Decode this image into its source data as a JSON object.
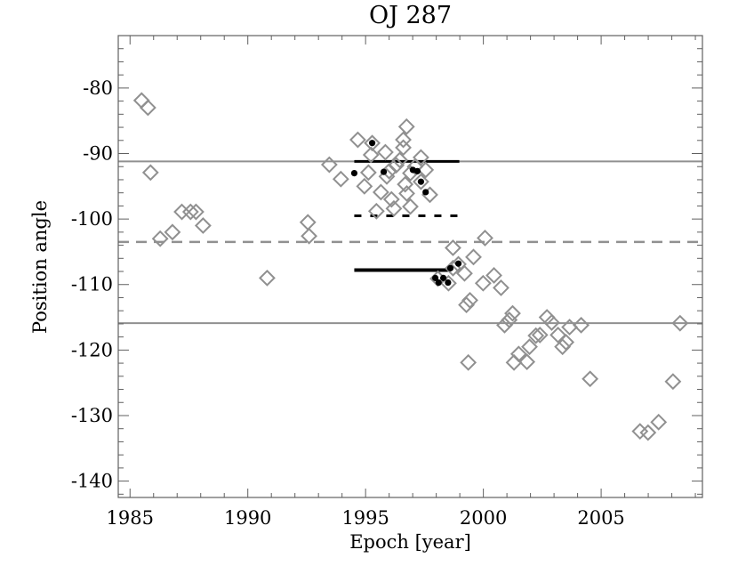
{
  "chart_data": {
    "type": "scatter",
    "title": "OJ 287",
    "xlabel": "Epoch [year]",
    "ylabel": "Position angle",
    "xlim": [
      1984.5,
      2009.3
    ],
    "ylim": [
      -142.5,
      -72
    ],
    "xticks": [
      1985,
      1990,
      1995,
      2000,
      2005
    ],
    "xtick_labels": [
      "1985",
      "1990",
      "1995",
      "2000",
      "2005"
    ],
    "yticks": [
      -80,
      -90,
      -100,
      -110,
      -120,
      -130,
      -140
    ],
    "ytick_labels": [
      "-80",
      "-90",
      "-100",
      "-110",
      "-120",
      "-130",
      "-140"
    ],
    "grid": false,
    "legend": null,
    "series": [
      {
        "name": "all-epochs",
        "marker": "open-diamond",
        "color": "#909090",
        "points": [
          [
            1985.49,
            -81.9
          ],
          [
            1985.76,
            -83.0
          ],
          [
            1985.87,
            -92.9
          ],
          [
            1986.28,
            -103.0
          ],
          [
            1986.8,
            -102.0
          ],
          [
            1987.2,
            -98.9
          ],
          [
            1987.57,
            -98.9
          ],
          [
            1987.8,
            -98.9
          ],
          [
            1988.1,
            -101.0
          ],
          [
            1990.82,
            -109.0
          ],
          [
            1992.55,
            -100.5
          ],
          [
            1992.6,
            -102.6
          ],
          [
            1993.46,
            -91.7
          ],
          [
            1993.95,
            -93.9
          ],
          [
            1994.67,
            -87.9
          ],
          [
            1995.28,
            -88.4
          ],
          [
            1995.12,
            -92.9
          ],
          [
            1994.95,
            -95.0
          ],
          [
            1995.23,
            -90.2
          ],
          [
            1995.84,
            -89.8
          ],
          [
            1996.74,
            -85.9
          ],
          [
            1996.6,
            -87.9
          ],
          [
            1996.6,
            -89.1
          ],
          [
            1995.65,
            -95.9
          ],
          [
            1996.1,
            -97.0
          ],
          [
            1995.46,
            -98.8
          ],
          [
            1996.9,
            -98.1
          ],
          [
            1996.75,
            -96.1
          ],
          [
            1996.68,
            -94.7
          ],
          [
            1996.0,
            -92.7
          ],
          [
            1996.3,
            -91.8
          ],
          [
            1997.35,
            -90.6
          ],
          [
            1997.55,
            -92.5
          ],
          [
            1997.73,
            -96.3
          ],
          [
            1997.35,
            -94.3
          ],
          [
            1996.2,
            -98.4
          ],
          [
            1996.45,
            -91.0
          ],
          [
            1997.1,
            -92.0
          ],
          [
            1996.9,
            -93.0
          ],
          [
            1995.9,
            -93.5
          ],
          [
            1998.71,
            -104.4
          ],
          [
            2000.07,
            -102.9
          ],
          [
            1999.58,
            -105.8
          ],
          [
            1999.2,
            -108.3
          ],
          [
            1998.07,
            -109.1
          ],
          [
            1998.52,
            -109.8
          ],
          [
            1998.94,
            -106.9
          ],
          [
            1998.71,
            -107.5
          ],
          [
            1999.99,
            -109.8
          ],
          [
            2000.45,
            -108.6
          ],
          [
            2000.75,
            -110.5
          ],
          [
            1999.28,
            -113.1
          ],
          [
            1999.43,
            -112.4
          ],
          [
            1999.36,
            -121.9
          ],
          [
            2001.24,
            -114.4
          ],
          [
            2001.1,
            -115.4
          ],
          [
            2000.9,
            -116.2
          ],
          [
            2002.7,
            -115.0
          ],
          [
            2002.9,
            -115.8
          ],
          [
            2003.17,
            -117.7
          ],
          [
            2002.23,
            -117.8
          ],
          [
            2002.4,
            -117.7
          ],
          [
            2001.96,
            -119.5
          ],
          [
            2001.5,
            -120.6
          ],
          [
            2001.3,
            -121.9
          ],
          [
            2001.85,
            -121.8
          ],
          [
            2003.36,
            -119.5
          ],
          [
            2003.51,
            -118.8
          ],
          [
            2003.66,
            -116.5
          ],
          [
            2004.15,
            -116.2
          ],
          [
            2004.53,
            -124.4
          ],
          [
            2006.65,
            -132.4
          ],
          [
            2006.99,
            -132.6
          ],
          [
            2007.44,
            -131.0
          ],
          [
            2008.05,
            -124.8
          ],
          [
            2008.35,
            -115.9
          ]
        ]
      },
      {
        "name": "selected-epochs",
        "marker": "filled-circle",
        "color": "#000000",
        "points": [
          [
            1995.28,
            -88.4
          ],
          [
            1994.52,
            -93.0
          ],
          [
            1995.77,
            -92.8
          ],
          [
            1997.01,
            -92.5
          ],
          [
            1997.2,
            -92.7
          ],
          [
            1997.35,
            -94.3
          ],
          [
            1997.55,
            -95.9
          ],
          [
            1998.94,
            -106.8
          ],
          [
            1998.6,
            -107.5
          ],
          [
            1997.96,
            -109.0
          ],
          [
            1998.1,
            -109.7
          ],
          [
            1998.3,
            -109.0
          ],
          [
            1998.5,
            -109.7
          ]
        ]
      }
    ],
    "reference_lines": [
      {
        "name": "upper-gray-line",
        "y": -91.2,
        "style": "solid",
        "color": "#909090",
        "width": 2,
        "span": "full"
      },
      {
        "name": "mean-gray-dashed-line",
        "y": -103.5,
        "style": "dashed",
        "color": "#909090",
        "width": 2.5,
        "span": "full"
      },
      {
        "name": "lower-gray-line",
        "y": -115.9,
        "style": "solid",
        "color": "#909090",
        "width": 2,
        "span": "full"
      },
      {
        "name": "black-upper-segment",
        "y": -91.2,
        "x0": 1994.52,
        "x1": 1998.98,
        "style": "solid",
        "color": "#000000",
        "width": 3
      },
      {
        "name": "black-dashed-segment",
        "y": -99.5,
        "x0": 1994.52,
        "x1": 1998.98,
        "style": "dashed",
        "color": "#000000",
        "width": 3
      },
      {
        "name": "black-lower-segment",
        "y": -107.8,
        "x0": 1994.52,
        "x1": 1998.5,
        "style": "solid",
        "color": "#000000",
        "width": 4
      }
    ]
  }
}
